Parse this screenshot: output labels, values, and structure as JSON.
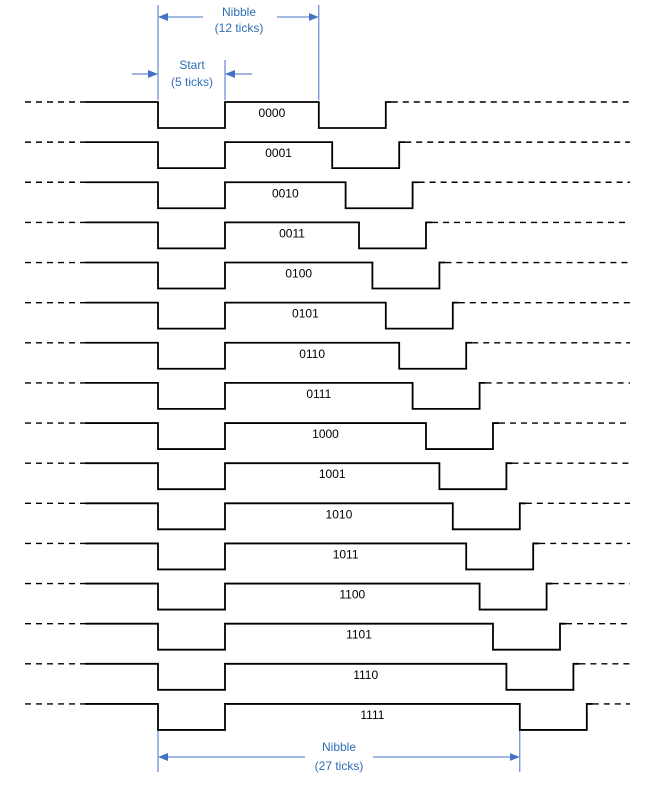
{
  "annotations": {
    "top_nibble": {
      "title": "Nibble",
      "subtitle": "(12 ticks)",
      "ticks": 12
    },
    "start": {
      "title": "Start",
      "subtitle": "(5 ticks)",
      "ticks": 5
    },
    "bottom_nibble": {
      "title": "Nibble",
      "subtitle": "(27 ticks)",
      "ticks": 27
    }
  },
  "colors": {
    "signal": "#000000",
    "annotation": "#4472C4",
    "annotation_text": "#2E6DB4"
  },
  "rows": [
    {
      "label": "0000",
      "nibble_ticks": 12
    },
    {
      "label": "0001",
      "nibble_ticks": 13
    },
    {
      "label": "0010",
      "nibble_ticks": 14
    },
    {
      "label": "0011",
      "nibble_ticks": 15
    },
    {
      "label": "0100",
      "nibble_ticks": 16
    },
    {
      "label": "0101",
      "nibble_ticks": 17
    },
    {
      "label": "0110",
      "nibble_ticks": 18
    },
    {
      "label": "0111",
      "nibble_ticks": 19
    },
    {
      "label": "1000",
      "nibble_ticks": 20
    },
    {
      "label": "1001",
      "nibble_ticks": 21
    },
    {
      "label": "1010",
      "nibble_ticks": 22
    },
    {
      "label": "1011",
      "nibble_ticks": 23
    },
    {
      "label": "1100",
      "nibble_ticks": 24
    },
    {
      "label": "1101",
      "nibble_ticks": 25
    },
    {
      "label": "1110",
      "nibble_ticks": 26
    },
    {
      "label": "1111",
      "nibble_ticks": 27
    }
  ]
}
